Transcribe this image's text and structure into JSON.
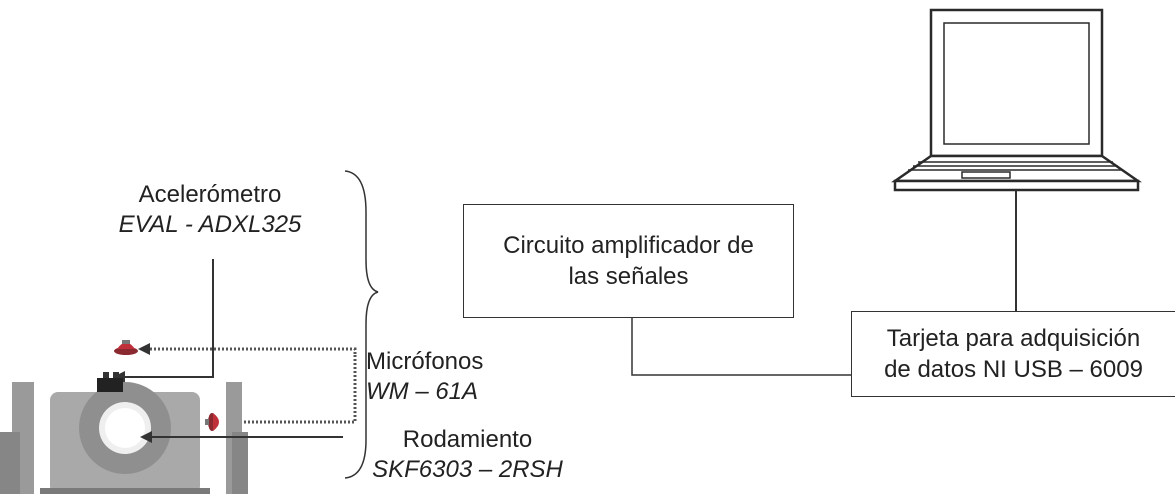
{
  "accelerometer": {
    "title": "Acelerómetro",
    "model": "EVAL - ADXL325"
  },
  "microphones": {
    "title": "Micrófonos",
    "model": "WM – 61A"
  },
  "bearing": {
    "title": "Rodamiento",
    "model": "SKF6303 – 2RSH"
  },
  "amplifier": {
    "line1": "Circuito amplificador de",
    "line2": "las señales"
  },
  "daq": {
    "line1": "Tarjeta para adquisición",
    "line2": "de datos NI USB – 6009"
  },
  "colors": {
    "line": "#333333",
    "housing": "#9a9a9a",
    "mic_red": "#c0303a"
  }
}
